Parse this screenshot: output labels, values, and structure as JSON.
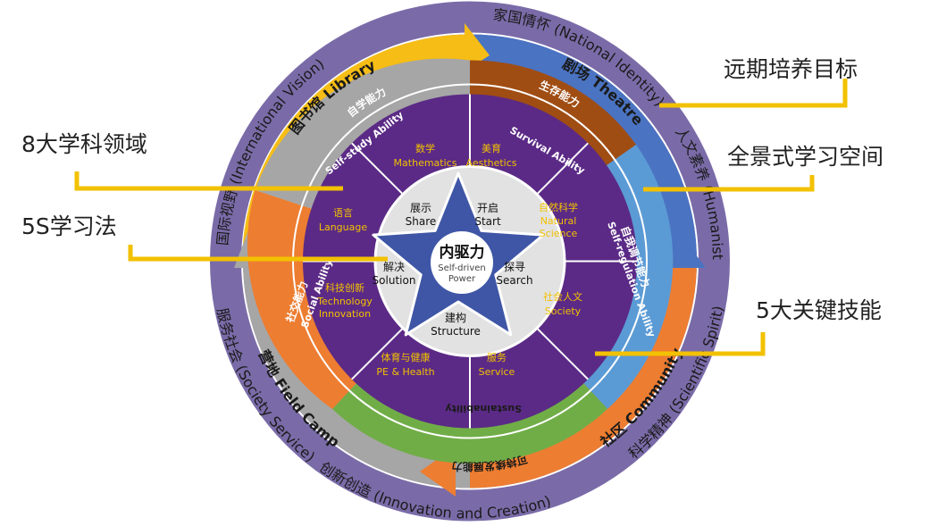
{
  "colors": {
    "outer_ring": "#7a6ba8",
    "outer_ring_edge": "#ffffff",
    "band_yellow": "#f6bd16",
    "band_blue": "#4a73c2",
    "band_orange": "#ed7d31",
    "band_gray": "#a6a6a6",
    "seg_brown": "#a04d13",
    "seg_lightblue": "#5b9bd5",
    "seg_green": "#70ad47",
    "seg_orange": "#ed7d31",
    "seg_gray": "#a6a6a6",
    "purple": "#5b2a86",
    "center": "#e2e2e2",
    "star": "#3f56a6",
    "callout_line": "#f2c100"
  },
  "outer_ring": {
    "national": "家国情怀 (National Identity)",
    "humanistic": "人文素养 (Humanistic Quality)",
    "scientific": "科学精神 (Scientific Spirit)",
    "innovation": "创新创造 (Innovation and Creation)",
    "society": "服务社会 (Society Service)",
    "international": "国际视野 (International Vision)"
  },
  "spaces": {
    "library": "图书馆 Library",
    "theatre": "剧场 Theatre",
    "community": "社区 Community",
    "field_camp": "营地 Field Camp"
  },
  "abilities": {
    "self_study": [
      "自学能力",
      "Self-study Ability"
    ],
    "survival": [
      "生存能力",
      "Survival Ability"
    ],
    "self_regulation": [
      "自我调节能力",
      "Self-regulation Ability"
    ],
    "sustainability": [
      "可持续发展能力",
      "Sustainability"
    ],
    "social": [
      "社交能力",
      "Social Ability"
    ]
  },
  "subjects": [
    {
      "zh": "数学",
      "en": "Mathematics"
    },
    {
      "zh": "美育",
      "en": "Aesthetics"
    },
    {
      "zh": "自然科学",
      "en": "Natural",
      "en2": "Science"
    },
    {
      "zh": "社会人文",
      "en": "Society"
    },
    {
      "zh": "服务",
      "en": "Service"
    },
    {
      "zh": "体育与健康",
      "en": "PE & Health"
    },
    {
      "zh": "科技创新",
      "en": "Technology",
      "en2": "Innovation"
    },
    {
      "zh": "语言",
      "en": "Language"
    }
  ],
  "five_s": {
    "start": {
      "zh": "开启",
      "en": "Start"
    },
    "search": {
      "zh": "探寻",
      "en": "Search"
    },
    "structure": {
      "zh": "建构",
      "en": "Structure"
    },
    "solution": {
      "zh": "解决",
      "en": "Solution"
    },
    "share": {
      "zh": "展示",
      "en": "Share"
    }
  },
  "center": {
    "zh": "内驱力",
    "en1": "Self-driven",
    "en2": "Power"
  },
  "callouts": {
    "goals": "远期培养目标",
    "subjects": "8大学科领域",
    "space": "全景式学习空间",
    "method": "5S学习法",
    "skills": "5大关键技能"
  }
}
